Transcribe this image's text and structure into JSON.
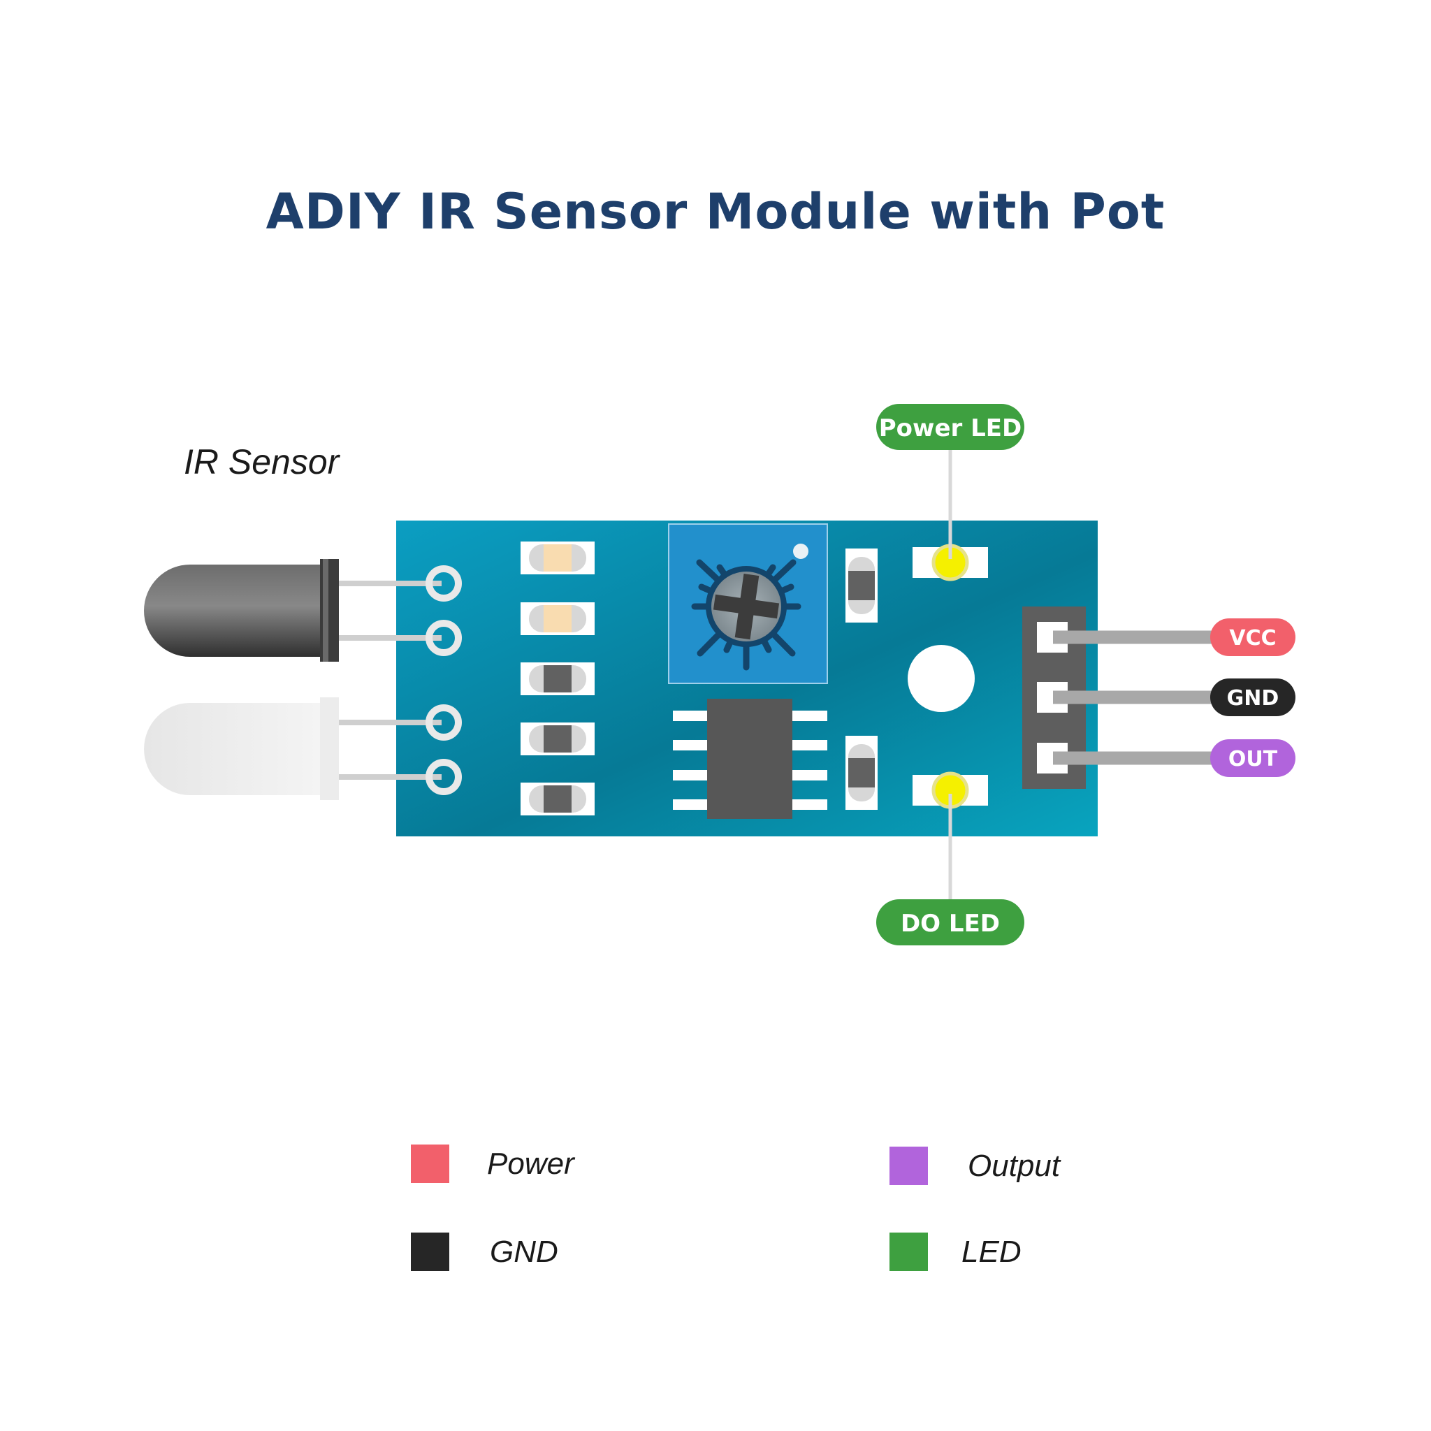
{
  "title": "ADIY IR Sensor Module with Pot",
  "ir_sensor_label": "IR Sensor",
  "callouts": {
    "power_led": "Power LED",
    "do_led": "DO LED"
  },
  "pins": [
    {
      "label": "VCC",
      "color": "#f2606b"
    },
    {
      "label": "GND",
      "color": "#262626"
    },
    {
      "label": "OUT",
      "color": "#b164dc"
    }
  ],
  "legend": [
    {
      "label": "Power",
      "color": "#f2606b"
    },
    {
      "label": "Output",
      "color": "#b164dc"
    },
    {
      "label": "GND",
      "color": "#262626"
    },
    {
      "label": "LED",
      "color": "#3ea040"
    }
  ],
  "colors": {
    "title": "#1e3f6b",
    "board": "#0a8fb0",
    "led_pill": "#3ea040",
    "led_glow": "#f5f000",
    "pot": "#2290cc"
  }
}
